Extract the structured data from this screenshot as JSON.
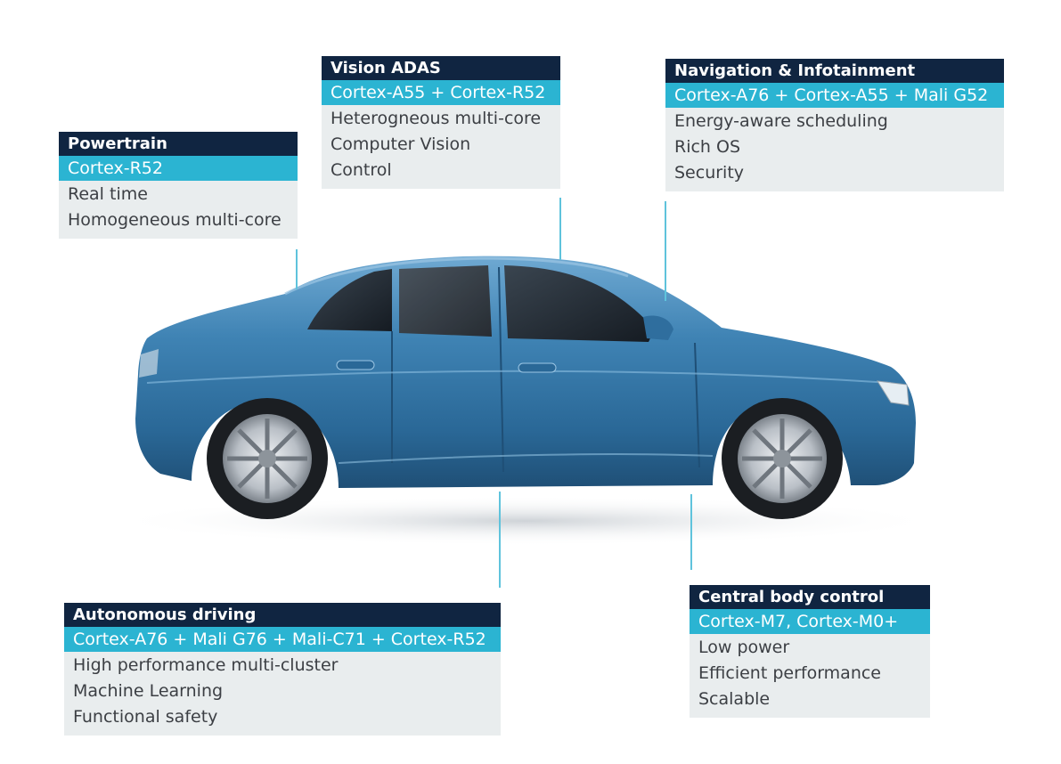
{
  "cards": {
    "powertrain": {
      "title": "Powertrain",
      "chip": "Cortex-R52",
      "lines": [
        "Real time",
        "Homogeneous multi-core"
      ]
    },
    "vision": {
      "title": "Vision ADAS",
      "chip": "Cortex-A55 + Cortex-R52",
      "lines": [
        "Heterogneous multi-core",
        "Computer Vision",
        "Control"
      ]
    },
    "navigation": {
      "title": "Navigation & Infotainment",
      "chip": "Cortex-A76 + Cortex-A55 + Mali G52",
      "lines": [
        "Energy-aware scheduling",
        "Rich OS",
        "Security"
      ]
    },
    "autonomous": {
      "title": "Autonomous driving",
      "chip": "Cortex-A76 + Mali G76 + Mali-C71 + Cortex-R52",
      "lines": [
        "High performance multi-cluster",
        "Machine Learning",
        "Functional safety"
      ]
    },
    "body": {
      "title": "Central body control",
      "chip": "Cortex-M7, Cortex-M0+",
      "lines": [
        "Low power",
        "Efficient performance",
        "Scalable"
      ]
    }
  },
  "colors": {
    "title_bg": "#102541",
    "chip_bg": "#2bb4d2",
    "body_bg": "#e9edee",
    "car_body": "#3f83b4",
    "connector": "#5fc3dc"
  }
}
